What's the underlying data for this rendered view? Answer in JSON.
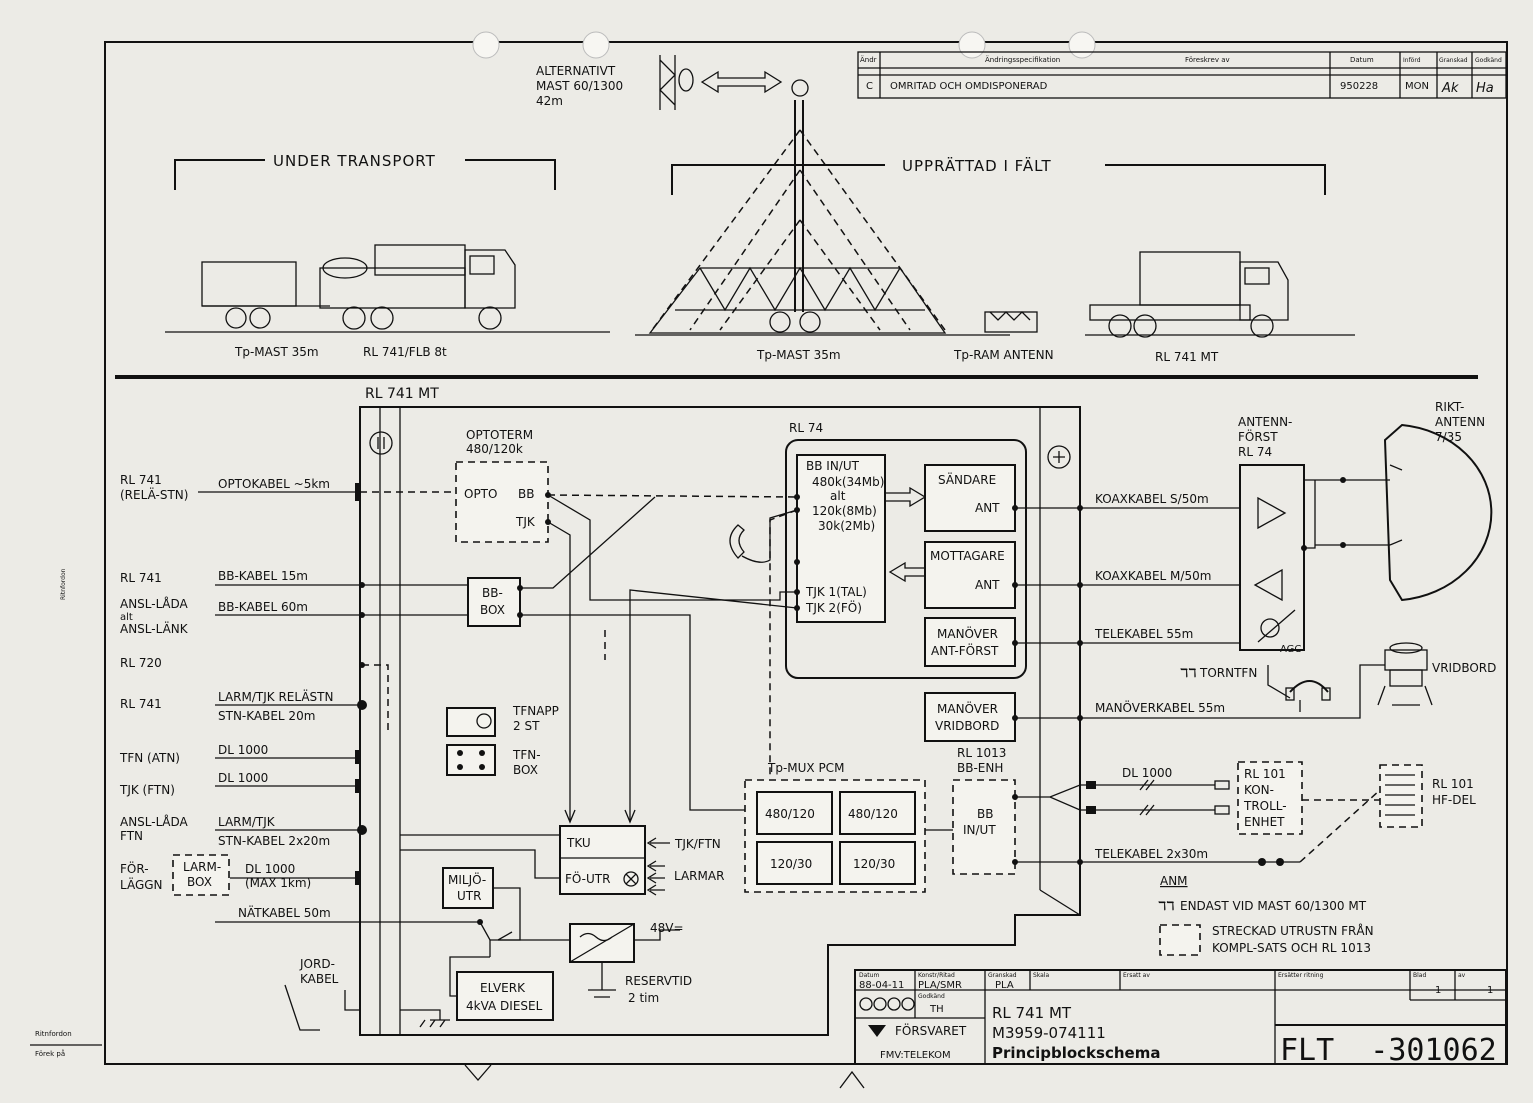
{
  "revision": {
    "headers": [
      "Ändr",
      "Ändringsspecifikation",
      "Föreskrev av",
      "Datum",
      "Införd",
      "Granskad",
      "Godkänd"
    ],
    "rows": [
      {
        "mark": "C",
        "text": "OMRITAD OCH OMDISPONERAD",
        "date": "950228",
        "by": "MON",
        "gr": "Ak",
        "gd": "Ha"
      }
    ]
  },
  "top": {
    "alt_mast": [
      "ALTERNATIVT",
      "MAST 60/1300",
      "42m"
    ],
    "under_transport": "UNDER TRANSPORT",
    "upprattad": "UPPRÄTTAD I FÄLT",
    "caption_tp_mast_a": "Tp-MAST 35m",
    "caption_rl741_flb": "RL 741/FLB 8t",
    "caption_tp_mast_b": "Tp-MAST 35m",
    "caption_tp_ram": "Tp-RAM ANTENN",
    "caption_rl741mt": "RL 741 MT"
  },
  "diagram": {
    "vehicle_title": "RL 741 MT",
    "optoterm": [
      "OPTOTERM",
      "480/120k"
    ],
    "opto": "OPTO",
    "bb": "BB",
    "tjk": "TJK",
    "rl74": "RL 74",
    "bb_inut": [
      "BB IN/UT",
      "480k(34Mb)",
      "alt",
      "120k(8Mb)",
      "30k(2Mb)",
      "TJK 1(TAL)",
      "TJK 2(FÖ)"
    ],
    "sandare": [
      "SÄNDARE",
      "ANT"
    ],
    "mottagare": [
      "MOTTAGARE",
      "ANT"
    ],
    "manover_ant": [
      "MANÖVER",
      "ANT-FÖRST"
    ],
    "manover_vrid": [
      "MANÖVER",
      "VRIDBORD"
    ],
    "bb_box": [
      "BB-",
      "BOX"
    ],
    "tfnapp": [
      "TFNAPP",
      "2 ST"
    ],
    "tfn_box": [
      "TFN-",
      "BOX"
    ],
    "tp_mux": "Tp-MUX PCM",
    "mux_cells": [
      "480/120",
      "480/120",
      "120/30",
      "120/30"
    ],
    "rl1013": [
      "RL 1013",
      "BB-ENH"
    ],
    "bb_inut2": [
      "BB",
      "IN/UT"
    ],
    "tku": "TKU",
    "fo_utr": "FÖ-UTR",
    "tjk_ftn": "TJK/FTN",
    "larmar": "LARMAR",
    "miljo": [
      "MILJÖ-",
      "UTR"
    ],
    "elverk": [
      "ELVERK",
      "4kVA DIESEL"
    ],
    "v48": "48V=",
    "reservtid": [
      "RESERVTID",
      "2 tim"
    ],
    "larm_box": [
      "LARM-",
      "BOX"
    ],
    "antenn_forst": [
      "ANTENN-",
      "FÖRST",
      "RL 74"
    ],
    "rikt_antenn": [
      "RIKT-",
      "ANTENN",
      "7/35"
    ],
    "agc": "AGC",
    "vridbord": "VRIDBORD",
    "tornfn": "TORNTFN",
    "rl101_kontroll": [
      "RL 101",
      "KON-",
      "TROLL-",
      "ENHET"
    ],
    "rl101_hf": [
      "RL 101",
      "HF-DEL"
    ],
    "left_labels": {
      "rl741_rela": [
        "RL 741",
        "(RELÄ-STN)"
      ],
      "rl741": "RL 741",
      "ansl_lada": [
        "ANSL-LÅDA",
        "alt",
        "ANSL-LÄNK"
      ],
      "rl720": "RL 720",
      "rl741b": "RL 741",
      "tfn_atn": "TFN (ATN)",
      "tjk_ftn": "TJK (FTN)",
      "ansl_ftn": [
        "ANSL-LÅDA",
        "FTN"
      ],
      "forlagg": [
        "FÖR-",
        "LÄGGN"
      ],
      "jord": [
        "JORD-",
        "KABEL"
      ]
    },
    "cables": {
      "optokabel": "OPTOKABEL ~5km",
      "bb15": "BB-KABEL 15m",
      "bb60": "BB-KABEL 60m",
      "larm_tjk_relastn": "LARM/TJK RELÄSTN",
      "stn20": "STN-KABEL 20m",
      "dl1000a": "DL 1000",
      "dl1000b": "DL 1000",
      "larm_tjk": "LARM/TJK",
      "stn2x20": "STN-KABEL 2x20m",
      "dl1000c": "DL 1000",
      "max1km": "(MAX 1km)",
      "natkabel": "NÄTKABEL 50m",
      "koax_s": "KOAXKABEL S/50m",
      "koax_m": "KOAXKABEL M/50m",
      "telekabel55": "TELEKABEL 55m",
      "manoverkabel": "MANÖVERKABEL 55m",
      "dl1000r": "DL 1000",
      "telekabel2x30": "TELEKABEL 2x30m"
    },
    "anm": "ANM",
    "note1": "ENDAST VID MAST 60/1300 MT",
    "note2": [
      "STRECKAD UTRUSTN FRÅN",
      "KOMPL-SATS OCH RL 1013"
    ]
  },
  "titleblock": {
    "datum_label": "Datum",
    "datum": "88-04-11",
    "konstr_label": "Konstr/Ritad",
    "konstr": "PLA/SMR",
    "granskad_label": "Granskad",
    "granskad": "PLA",
    "skala_label": "Skala",
    "ersatt_label": "Ersatt av",
    "ersatter_label": "Ersätter ritning",
    "godkand_label": "Godkänd",
    "godkand": "TH",
    "blad_label": "Blad",
    "blad": "1",
    "av_label": "av",
    "av": "1",
    "forsvaret": "FÖRSVARET",
    "fmv": "FMV:TELEKOM",
    "line1": "RL 741 MT",
    "line2": "M3959-074111",
    "line3": "Principblockschema",
    "number": "FLT  -301062",
    "margin1": "Ritnfordon",
    "margin2": "Förek på"
  },
  "colors": {
    "ink": "#111111",
    "paper": "#ecebe6"
  }
}
